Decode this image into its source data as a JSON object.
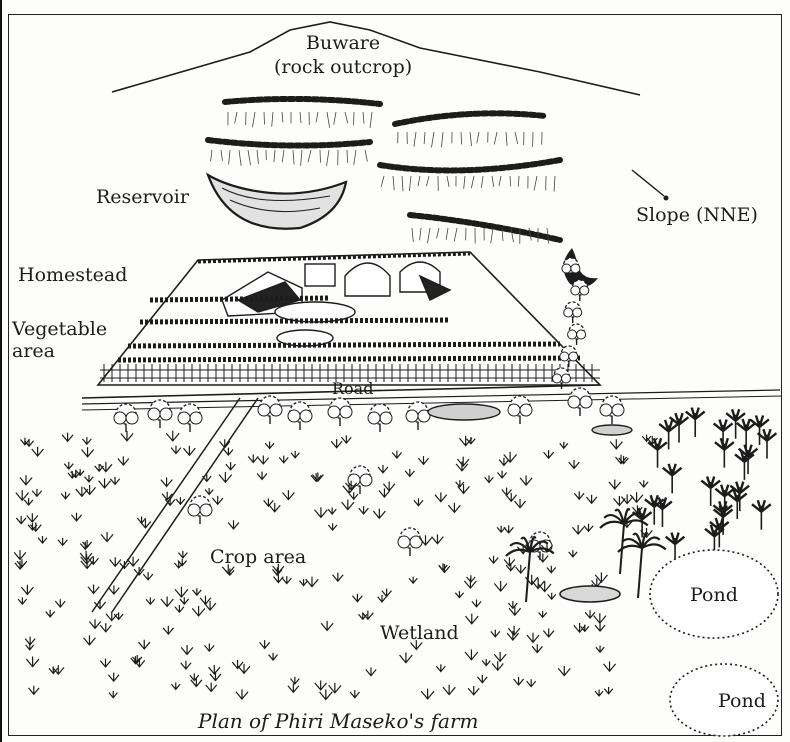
{
  "labels": {
    "outcrop_name": "Buware",
    "outcrop_desc": "(rock outcrop)",
    "reservoir": "Reservoir",
    "slope": "Slope (NNE)",
    "homestead": "Homestead",
    "vegetable_1": "Vegetable",
    "vegetable_2": "area",
    "road": "Road",
    "crop_area": "Crop area",
    "pond_1": "Pond",
    "pond_2": "Pond",
    "wetland": "Wetland",
    "caption": "Plan of Phiri Maseko's farm"
  },
  "colors": {
    "ink": "#1c1c1c",
    "paper": "#fdfdfb",
    "water": "#bfbfbf"
  }
}
